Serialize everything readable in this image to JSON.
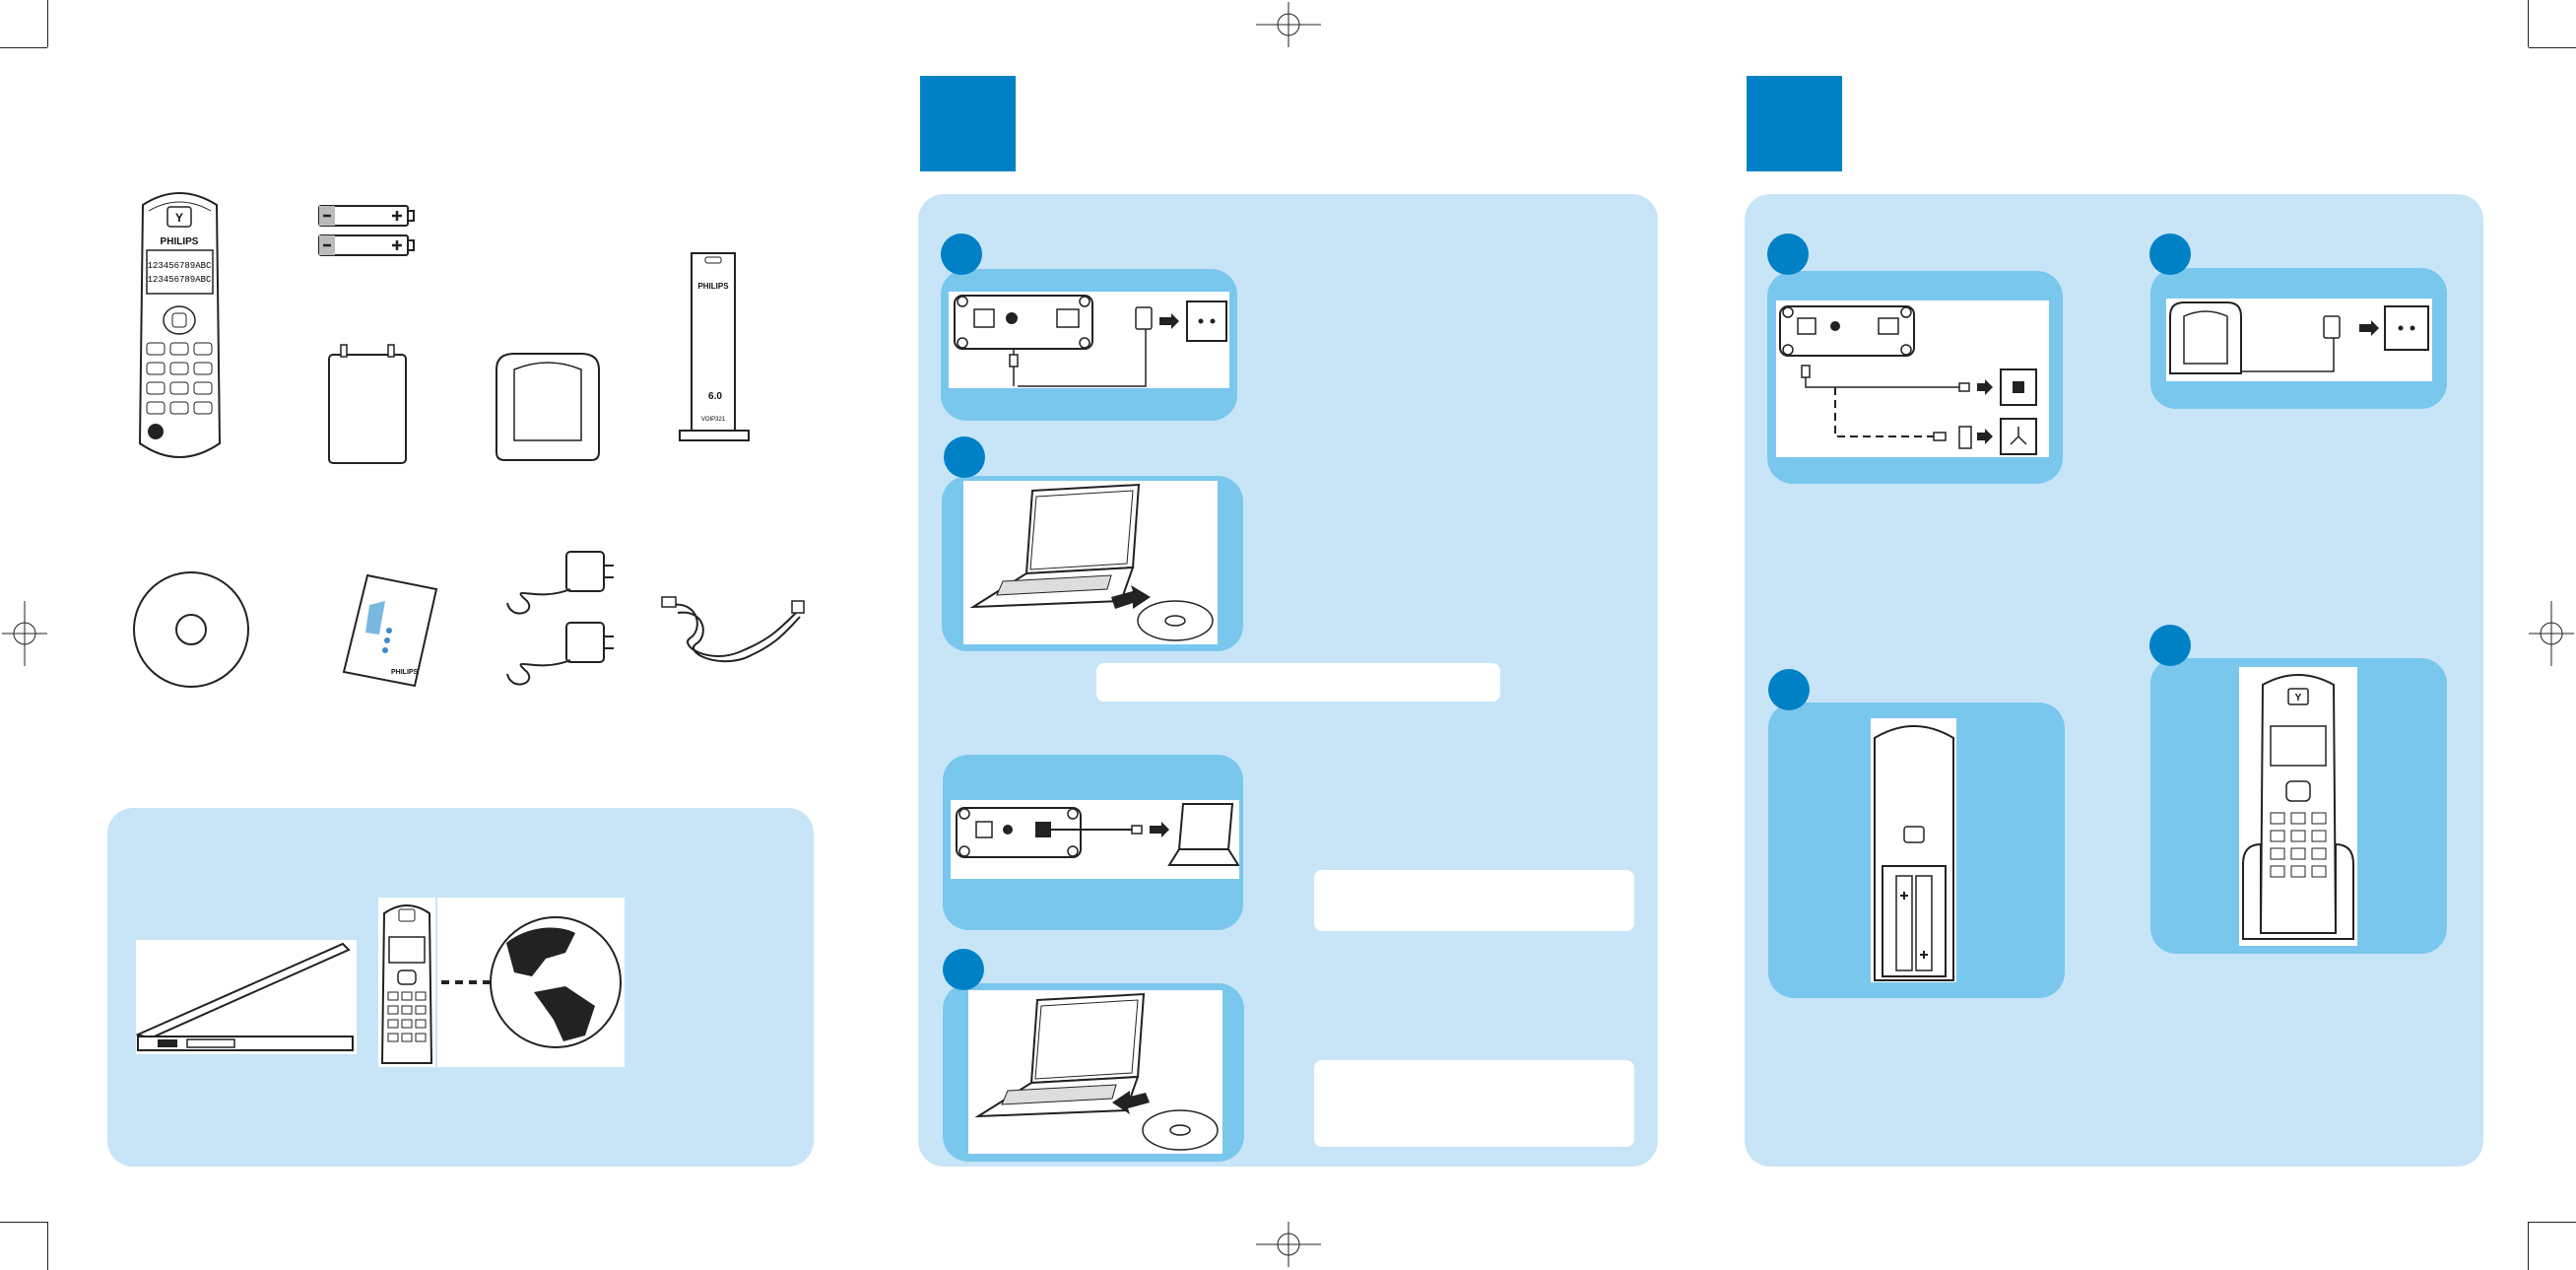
{
  "brand": {
    "wordmark": "PHILIPS",
    "model_badge": "6.0",
    "model_code": "VOIP321"
  },
  "handset_display": {
    "line1": "123456789ABC",
    "line2": "123456789ABC"
  },
  "colors": {
    "step_blue": "#0081c6",
    "panel_light": "#c8e5f7",
    "panel_mid": "#7ac7ee"
  },
  "icons": [
    "handset-icon",
    "batteries-icon",
    "battery-door-icon",
    "charger-cradle-icon",
    "base-station-icon",
    "cd-rom-icon",
    "user-manual-icon",
    "power-adapters-icon",
    "usb-cable-icon",
    "laptop-icon",
    "globe-icon",
    "wall-socket-icon",
    "phone-jack-icon",
    "registration-mark-icon"
  ]
}
